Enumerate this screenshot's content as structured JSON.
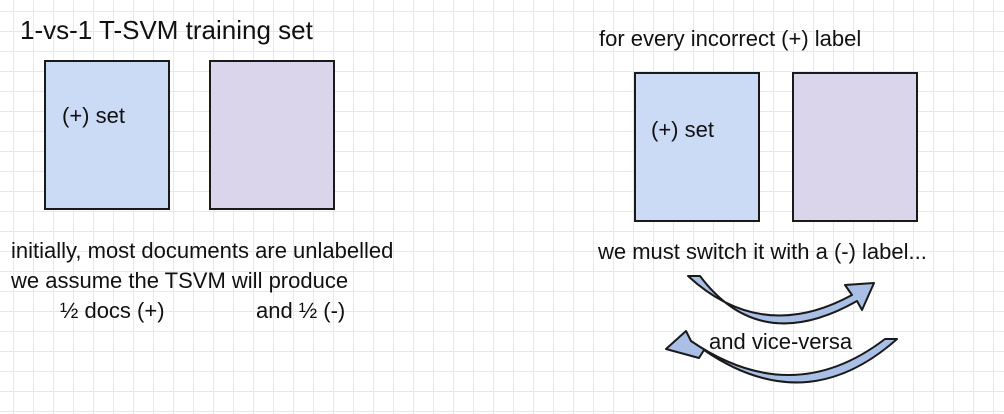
{
  "left_panel": {
    "title": "1-vs-1 T-SVM training set",
    "plus_box_label": "(+) set",
    "note_line_1": "initially, most documents are unlabelled",
    "note_line_2": "we assume the TSVM will produce",
    "half_plus": "½ docs (+)",
    "half_minus": "and ½ (-)"
  },
  "right_panel": {
    "title": "for every  incorrect (+) label",
    "plus_box_label": "(+) set",
    "switch_text": "we must switch it with a (-) label...",
    "vice_versa_text": "and vice-versa"
  },
  "colors": {
    "positive_box": "#cbdaf5",
    "negative_box": "#dad5eb",
    "arrow_fill": "#a9bfe6",
    "outline": "#1a1a1a"
  }
}
